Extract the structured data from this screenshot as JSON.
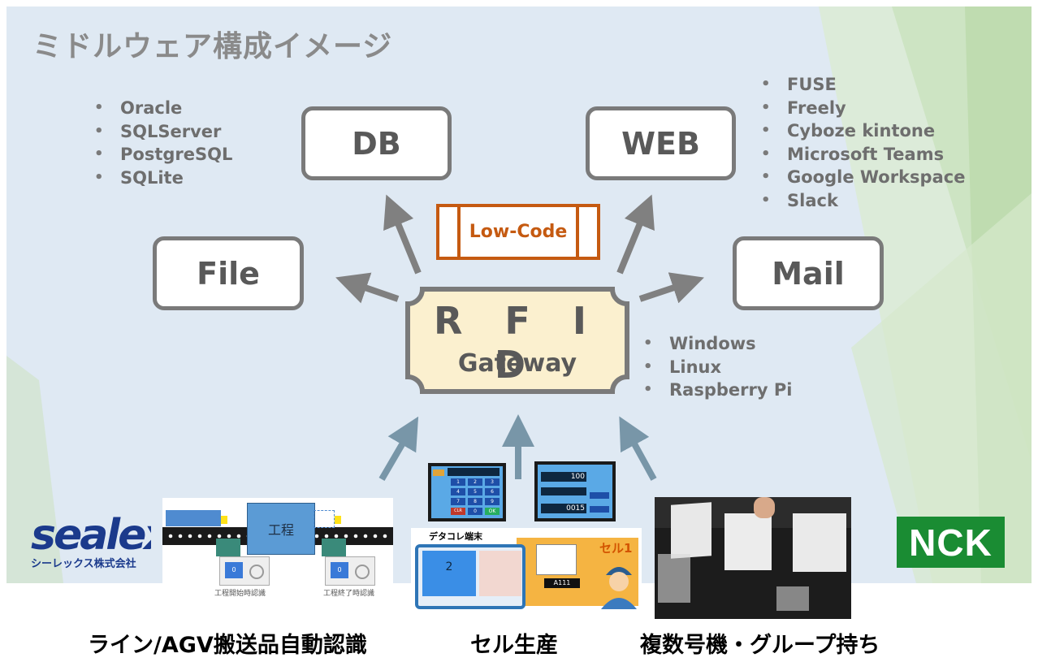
{
  "title": "ミドルウェア構成イメージ",
  "nodes": {
    "db": "DB",
    "web": "WEB",
    "file": "File",
    "mail": "Mail",
    "lowcode": "Low-Code",
    "rfid_line1": "R F I D",
    "rfid_line2": "Gateway"
  },
  "db_list": [
    "Oracle",
    "SQLServer",
    "PostgreSQL",
    "SQLite"
  ],
  "web_list": [
    "FUSE",
    "Freely",
    "Cyboze kintone",
    "Microsoft Teams",
    "Google Workspace",
    "Slack"
  ],
  "os_list": [
    "Windows",
    "Linux",
    "Raspberry Pi"
  ],
  "line_image": {
    "process_label": "工程",
    "start_label": "工程開始時認識",
    "end_label": "工程終了時認識",
    "reader_value": "0"
  },
  "cell_image": {
    "terminal_label": "デタコレ端末",
    "cell_label": "セル1",
    "screen_value": "2",
    "tag_id": "A111",
    "keypad_keys": [
      "1",
      "2",
      "3",
      "4",
      "5",
      "6",
      "7",
      "8",
      "9",
      "CLR",
      "0",
      "OK"
    ],
    "counter_value1": "100",
    "counter_value2": "0015"
  },
  "captions": {
    "line": "ライン/AGV搬送品自動認識",
    "cell": "セル生産",
    "multi": "複数号機・グループ持ち"
  },
  "logos": {
    "sealex_main": "sealex",
    "sealex_sub": "シーレックス株式会社",
    "nck": "NCK"
  },
  "colors": {
    "slide_bg": "#dfe9f3",
    "box_border": "#7a7a7a",
    "lowcode": "#c55a11",
    "rfid_fill": "#fbf0cf",
    "arrow_up": "#7896a8",
    "nck_green": "#1a8c33",
    "sealex_blue": "#1b3a8c"
  }
}
